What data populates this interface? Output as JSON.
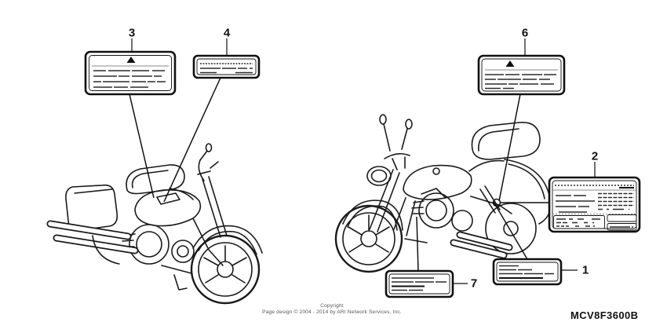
{
  "callouts": {
    "n1": "1",
    "n2": "2",
    "n3": "3",
    "n4": "4",
    "n6": "6",
    "n7": "7"
  },
  "footer": {
    "copyright_line1": "Copyright",
    "copyright_line2": "Page design © 2004 - 2014 by ARI Network Services, Inc.",
    "diagram_code": "MCV8F3600B"
  },
  "colors": {
    "line": "#1a1a1a",
    "background": "#ffffff"
  }
}
